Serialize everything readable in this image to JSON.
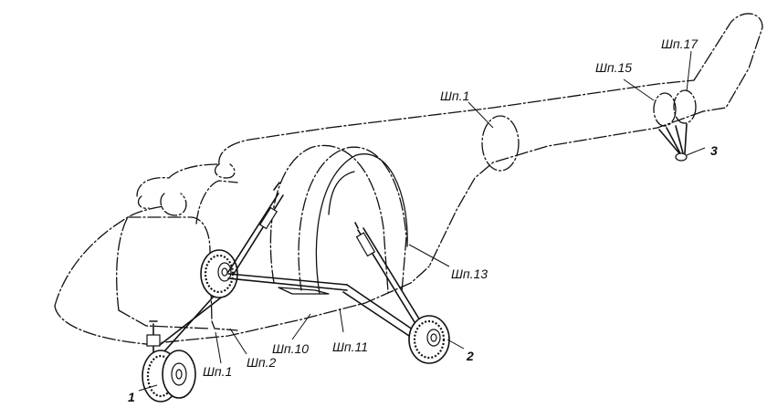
{
  "labels": {
    "frame_1_tail": "Шп.1",
    "frame_15": "Шп.15",
    "frame_17": "Шп.17",
    "frame_13": "Шп.13",
    "frame_10": "Шп.10",
    "frame_11": "Шп.11",
    "frame_1_front": "Шп.1",
    "frame_2": "Шп.2",
    "callout_1": "1",
    "callout_2": "2",
    "callout_3": "3"
  }
}
